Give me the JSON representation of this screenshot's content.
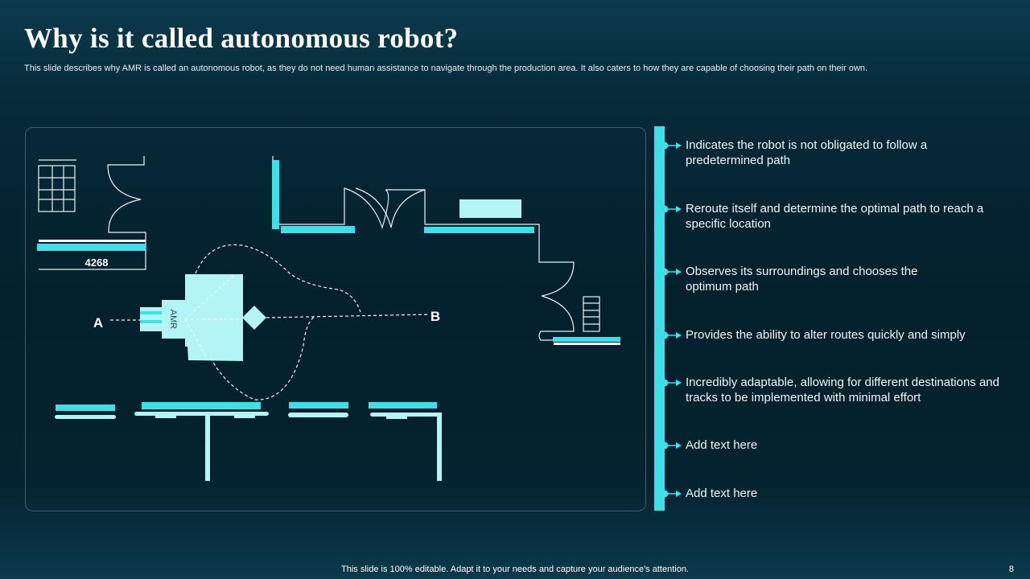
{
  "title": "Why is it called autonomous robot?",
  "subtitle": "This slide describes why AMR is called an autonomous robot, as they do not need human assistance to navigate through the production area. It also caters to how they are capable of choosing their path on their own.",
  "diagram": {
    "room_number": "4268",
    "robot_label": "AMR",
    "start_label": "A",
    "end_label": "B"
  },
  "bullets": [
    "Indicates the robot is not obligated to follow a predetermined path",
    "Reroute itself and determine the optimal path to reach a specific location",
    "Observes its surroundings  and chooses the optimum path",
    "Provides the ability to alter routes quickly and simply",
    "Incredibly adaptable, allowing for different destinations and tracks to be implemented with minimal effort",
    "Add text here",
    "Add text here"
  ],
  "footer": "This slide is 100% editable. Adapt it to your needs and capture your audience's attention.",
  "page_number": "8",
  "colors": {
    "accent": "#3de0e6",
    "light": "#b3f4f7",
    "background": "#03202d"
  }
}
